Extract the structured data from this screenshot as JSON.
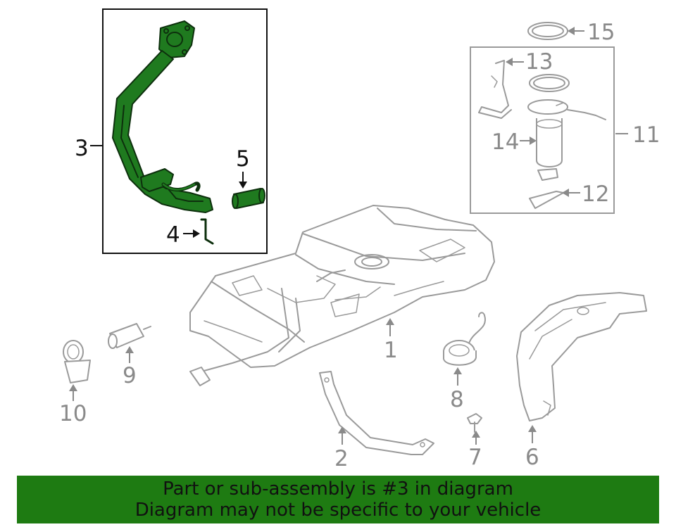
{
  "callouts": {
    "c1": "1",
    "c2": "2",
    "c3": "3",
    "c4": "4",
    "c5": "5",
    "c6": "6",
    "c7": "7",
    "c8": "8",
    "c9": "9",
    "c10": "10",
    "c11": "11",
    "c12": "12",
    "c13": "13",
    "c14": "14",
    "c15": "15"
  },
  "banner": {
    "line1": "Part or sub-assembly is #3 in diagram",
    "line2": "Diagram may not be specific to your vehicle"
  },
  "colors": {
    "highlight_part": "#1f7a1f",
    "banner_bg": "#1e7b12",
    "line_art": "#9a9a9a"
  }
}
